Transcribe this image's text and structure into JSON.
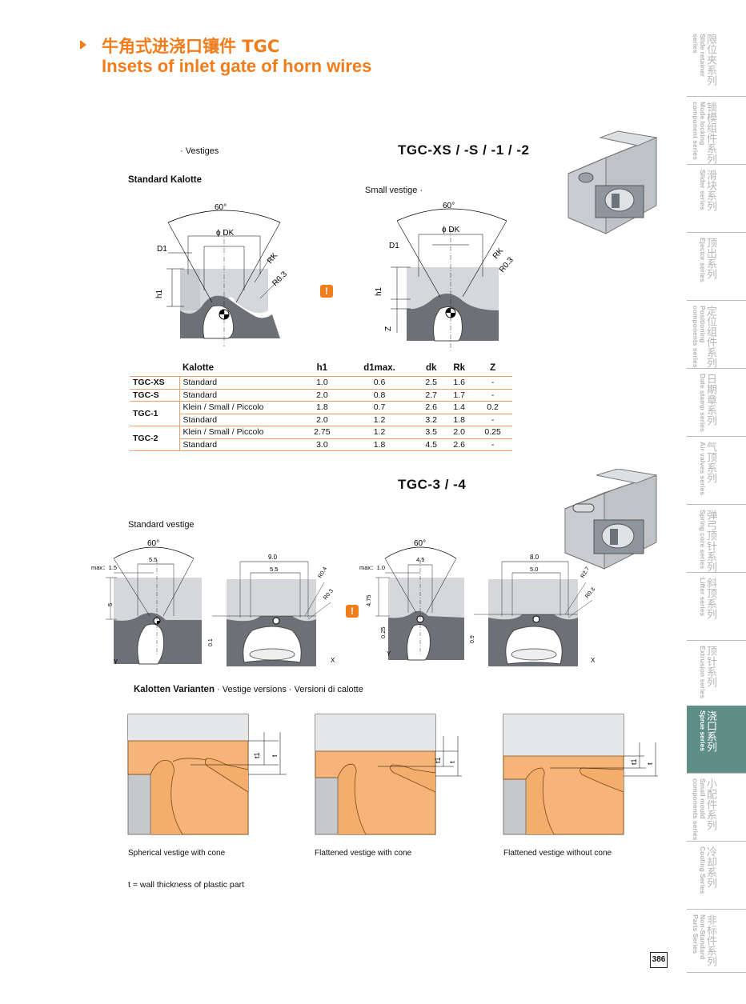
{
  "header": {
    "title_cn": "牛角式进浇口镶件 TGC",
    "title_en": "Insets of inlet gate of horn wires"
  },
  "section1": {
    "vestiges_label": "· Vestiges",
    "model": "TGC-XS / -S / -1 / -2",
    "standard_kalotte": "Standard Kalotte",
    "small_vestige": "Small vestige ·",
    "labels": {
      "angle": "60°",
      "dk": "ϕ DK",
      "d1": "D1",
      "rk": "RK",
      "r03": "R0.3",
      "h1": "h1",
      "z": "Z",
      "warn": "!"
    }
  },
  "table": {
    "headers": [
      "",
      "Kalotte",
      "h1",
      "d1max.",
      "dk",
      "Rk",
      "Z"
    ],
    "rows": [
      {
        "model": "TGC-XS",
        "kalotte": "Standard",
        "h1": "1.0",
        "d1max": "0.6",
        "dk": "2.5",
        "rk": "1.6",
        "z": "-"
      },
      {
        "model": "TGC-S",
        "kalotte": "Standard",
        "h1": "2.0",
        "d1max": "0.8",
        "dk": "2.7",
        "rk": "1.7",
        "z": "-"
      },
      {
        "model": "TGC-1",
        "kalotte": "Klein / Small / Piccolo",
        "h1": "1.8",
        "d1max": "0.7",
        "dk": "2.6",
        "rk": "1.4",
        "z": "0.2"
      },
      {
        "model": "",
        "kalotte": "Standard",
        "h1": "2.0",
        "d1max": "1.2",
        "dk": "3.2",
        "rk": "1.8",
        "z": "-"
      },
      {
        "model": "TGC-2",
        "kalotte": "Klein / Small / Piccolo",
        "h1": "2.75",
        "d1max": "1.2",
        "dk": "3.5",
        "rk": "2.0",
        "z": "0.25"
      },
      {
        "model": "",
        "kalotte": "Standard",
        "h1": "3.0",
        "d1max": "1.8",
        "dk": "4.5",
        "rk": "2.6",
        "z": "-"
      }
    ]
  },
  "section2": {
    "model": "TGC-3 / -4",
    "standard_vestige": "Standard vestige",
    "d1": {
      "angle": "60°",
      "max": "max：1.5",
      "w": "5.5",
      "h": "5",
      "y": "Y"
    },
    "d2": {
      "w1": "9.0",
      "w2": "5.5",
      "r1": "R0.4",
      "r2": "R0.3",
      "t": "0.1",
      "x": "X"
    },
    "d3": {
      "angle": "60°",
      "max": "max：1.0",
      "w": "4.5",
      "h": "4.75",
      "h2": "0.25",
      "y": "Y"
    },
    "d4": {
      "w1": "8.0",
      "w2": "5.0",
      "r1": "R2.7",
      "r2": "R0.3",
      "t": "0.9",
      "x": "X"
    }
  },
  "section3": {
    "title_bold": "Kalotten Varianten",
    "title_rest": " · Vestige versions · Versioni di calotte",
    "captions": [
      "Spherical vestige with cone",
      "Flattened vestige with cone",
      "Flattened vestige without cone"
    ],
    "t1": "t1",
    "t": "t",
    "footnote": "t = wall thickness of plastic part"
  },
  "sidebar": [
    {
      "cn": "限位夹系列",
      "en": "Slide retainer series"
    },
    {
      "cn": "锁模组件系列",
      "en": "Mode locking component series"
    },
    {
      "cn": "滑块系列",
      "en": "Slider series"
    },
    {
      "cn": "顶出系列",
      "en": "Ejector series"
    },
    {
      "cn": "定位组件系列",
      "en": "Positioning components series"
    },
    {
      "cn": "日期章系列",
      "en": "Date stamp series"
    },
    {
      "cn": "气顶系列",
      "en": "Air valves series"
    },
    {
      "cn": "弹弓顶针系列",
      "en": "Spring core series"
    },
    {
      "cn": "斜顶系列",
      "en": "Lifter series"
    },
    {
      "cn": "顶针系列",
      "en": "Extrusion series"
    },
    {
      "cn": "浇口系列",
      "en": "Sprue series"
    },
    {
      "cn": "小配件系列",
      "en": "Small mould components series"
    },
    {
      "cn": "冷却系列",
      "en": "Cooling Series"
    },
    {
      "cn": "非标件系列",
      "en": "Non-Standard Parts Series"
    }
  ],
  "page_number": "386",
  "colors": {
    "accent": "#f07c1a",
    "sidebar_active": "#5f8e86",
    "orange_fill": "#f4ad6a",
    "orange_dark": "#e8963f"
  }
}
